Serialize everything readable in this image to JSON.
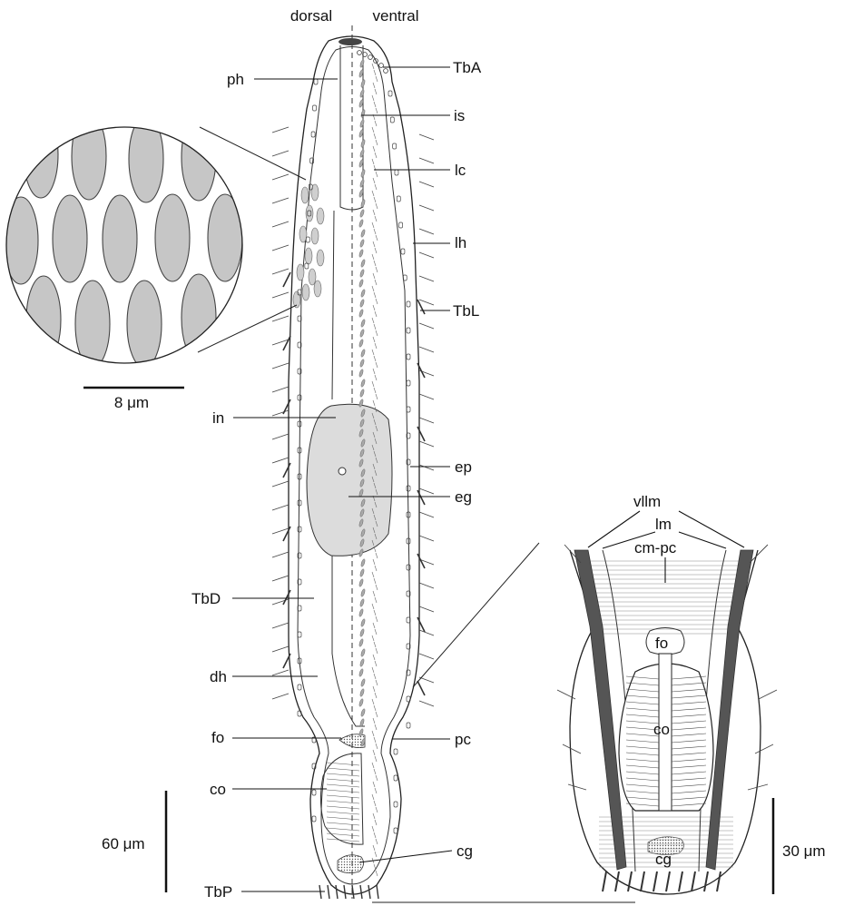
{
  "figure": {
    "orientation": {
      "dorsal": "dorsal",
      "ventral": "ventral"
    },
    "left_labels": {
      "ph": "ph",
      "in": "in",
      "TbD": "TbD",
      "dh": "dh",
      "fo": "fo",
      "co": "co",
      "TbP": "TbP"
    },
    "right_labels": {
      "TbA": "TbA",
      "is": "is",
      "lc": "lc",
      "lh": "lh",
      "TbL": "TbL",
      "ep": "ep",
      "eg": "eg",
      "pc": "pc",
      "cg": "cg"
    },
    "inset_labels": {
      "vllm": "vllm",
      "lm": "lm",
      "cm_pc": "cm-pc",
      "fo": "fo",
      "co": "co",
      "cg": "cg"
    },
    "scale_bars": {
      "magnified": "8 μm",
      "main": "60 μm",
      "inset": "30 μm"
    }
  },
  "colors": {
    "line": "#222222",
    "gland_fill": "#cfcfcf",
    "intestine_fill": "#dcdcdc",
    "muscle": "#555555",
    "mouth": "#444444"
  }
}
